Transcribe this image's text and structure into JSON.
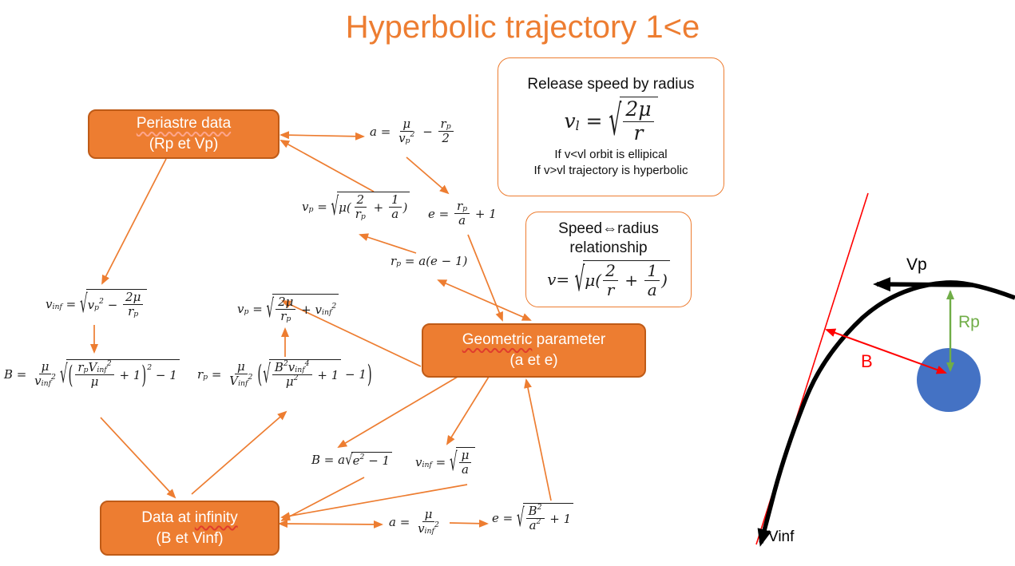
{
  "title": "Hyperbolic trajectory 1<e",
  "colors": {
    "accent": "#ED7D31",
    "box_border": "#BF5B17",
    "planet": "#4472C4",
    "rp_green": "#70AD47",
    "red": "#FF0000",
    "black": "#000000"
  },
  "boxes": {
    "periastre": {
      "line1": "Periastre data",
      "line2": "(Rp et Vp)"
    },
    "geometric": {
      "word": "Geometric",
      "rest": " parameter",
      "line2": "(a et e)"
    },
    "infinity": {
      "pre": "Data at ",
      "word": "infinity",
      "line2": "(B et Vinf)"
    }
  },
  "callouts": {
    "release": {
      "title": "Release speed by radius",
      "note1": "If v<vl orbit is ellipical",
      "note2": "If v>vl trajectory is hyperbolic",
      "formula": [
        {
          "t": "sb",
          "b": "v",
          "s": "l"
        },
        {
          "t": "txt",
          "v": " = "
        },
        {
          "t": "sq",
          "c": [
            {
              "t": "fr",
              "n": [
                {
                  "t": "txt",
                  "v": "2μ"
                }
              ],
              "d": [
                {
                  "t": "txt",
                  "v": "r"
                }
              ]
            }
          ]
        }
      ]
    },
    "speed_radius": {
      "title_line1": "Speed⇔radius",
      "title_line2": "relationship",
      "formula": [
        {
          "t": "txt",
          "v": "v= "
        },
        {
          "t": "sq",
          "c": [
            {
              "t": "txt",
              "v": "μ("
            },
            {
              "t": "fr",
              "n": [
                {
                  "t": "txt",
                  "v": "2"
                }
              ],
              "d": [
                {
                  "t": "txt",
                  "v": "r"
                }
              ]
            },
            {
              "t": "txt",
              "v": " + "
            },
            {
              "t": "fr",
              "n": [
                {
                  "t": "txt",
                  "v": "1"
                }
              ],
              "d": [
                {
                  "t": "txt",
                  "v": "a"
                }
              ]
            },
            {
              "t": "txt",
              "v": ")"
            }
          ]
        }
      ]
    }
  },
  "formulas": {
    "a_from_vp": [
      {
        "t": "txt",
        "v": "a = "
      },
      {
        "t": "fr",
        "n": [
          {
            "t": "txt",
            "v": "μ"
          }
        ],
        "d": [
          {
            "t": "sbp",
            "b": "v",
            "s": "p",
            "p": "2"
          }
        ]
      },
      {
        "t": "txt",
        "v": " − "
      },
      {
        "t": "fr",
        "n": [
          {
            "t": "sb",
            "b": "r",
            "s": "p"
          }
        ],
        "d": [
          {
            "t": "txt",
            "v": "2"
          }
        ]
      }
    ],
    "vp_from_rpa": [
      {
        "t": "sb",
        "b": "v",
        "s": "p"
      },
      {
        "t": "txt",
        "v": " = "
      },
      {
        "t": "sq",
        "c": [
          {
            "t": "txt",
            "v": "μ("
          },
          {
            "t": "fr",
            "n": [
              {
                "t": "txt",
                "v": "2"
              }
            ],
            "d": [
              {
                "t": "sb",
                "b": "r",
                "s": "p"
              }
            ]
          },
          {
            "t": "txt",
            "v": " + "
          },
          {
            "t": "fr",
            "n": [
              {
                "t": "txt",
                "v": "1"
              }
            ],
            "d": [
              {
                "t": "txt",
                "v": "a"
              }
            ]
          },
          {
            "t": "txt",
            "v": ")"
          }
        ]
      }
    ],
    "e_from_rpa": [
      {
        "t": "txt",
        "v": "e = "
      },
      {
        "t": "fr",
        "n": [
          {
            "t": "sb",
            "b": "r",
            "s": "p"
          }
        ],
        "d": [
          {
            "t": "txt",
            "v": "a"
          }
        ]
      },
      {
        "t": "txt",
        "v": " + 1"
      }
    ],
    "rp_from_ae": [
      {
        "t": "sb",
        "b": "r",
        "s": "p"
      },
      {
        "t": "txt",
        "v": " = a(e − 1)"
      }
    ],
    "vinf_from_vp": [
      {
        "t": "sb",
        "b": "v",
        "s": "inf"
      },
      {
        "t": "txt",
        "v": " = "
      },
      {
        "t": "sq",
        "c": [
          {
            "t": "sbp",
            "b": "v",
            "s": "p",
            "p": "2"
          },
          {
            "t": "txt",
            "v": " − "
          },
          {
            "t": "fr",
            "n": [
              {
                "t": "txt",
                "v": "2μ"
              }
            ],
            "d": [
              {
                "t": "sb",
                "b": "r",
                "s": "p"
              }
            ]
          }
        ]
      }
    ],
    "vp_from_vinf": [
      {
        "t": "sb",
        "b": "v",
        "s": "p"
      },
      {
        "t": "txt",
        "v": " = "
      },
      {
        "t": "sq",
        "c": [
          {
            "t": "fr",
            "n": [
              {
                "t": "txt",
                "v": "2μ"
              }
            ],
            "d": [
              {
                "t": "sb",
                "b": "r",
                "s": "p"
              }
            ]
          },
          {
            "t": "txt",
            "v": " + "
          },
          {
            "t": "sbp",
            "b": "v",
            "s": "inf",
            "p": "2"
          }
        ]
      }
    ],
    "B_from_rpvinf": [
      {
        "t": "txt",
        "v": "B = "
      },
      {
        "t": "fr",
        "n": [
          {
            "t": "txt",
            "v": "μ"
          }
        ],
        "d": [
          {
            "t": "sbp",
            "b": "v",
            "s": "inf",
            "p": "2"
          }
        ]
      },
      {
        "t": "sq",
        "c": [
          {
            "t": "ps",
            "p": "2",
            "c": [
              {
                "t": "fr",
                "n": [
                  {
                    "t": "sb",
                    "b": "r",
                    "s": "p"
                  },
                  {
                    "t": "sbp",
                    "b": "V",
                    "s": "inf",
                    "p": "2"
                  }
                ],
                "d": [
                  {
                    "t": "txt",
                    "v": "μ"
                  }
                ]
              },
              {
                "t": "txt",
                "v": " + 1"
              }
            ]
          },
          {
            "t": "txt",
            "v": " − 1"
          }
        ]
      }
    ],
    "rp_from_Bvinf": [
      {
        "t": "sb",
        "b": "r",
        "s": "p"
      },
      {
        "t": "txt",
        "v": " = "
      },
      {
        "t": "fr",
        "n": [
          {
            "t": "txt",
            "v": "μ"
          }
        ],
        "d": [
          {
            "t": "sbp",
            "b": "V",
            "s": "inf",
            "p": "2"
          }
        ]
      },
      {
        "t": "big",
        "v": "("
      },
      {
        "t": "sq",
        "c": [
          {
            "t": "fr",
            "n": [
              {
                "t": "sp",
                "b": "B",
                "s": "2"
              },
              {
                "t": "sbp",
                "b": "v",
                "s": "inf",
                "p": "4"
              }
            ],
            "d": [
              {
                "t": "sp",
                "b": "μ",
                "s": "2"
              }
            ]
          },
          {
            "t": "txt",
            "v": " + 1"
          }
        ]
      },
      {
        "t": "txt",
        "v": " − 1"
      },
      {
        "t": "big",
        "v": ")"
      }
    ],
    "B_from_ae": [
      {
        "t": "txt",
        "v": "B = a"
      },
      {
        "t": "sq",
        "c": [
          {
            "t": "sp",
            "b": "e",
            "s": "2"
          },
          {
            "t": "txt",
            "v": " − 1"
          }
        ]
      }
    ],
    "vinf_from_a": [
      {
        "t": "sb",
        "b": "v",
        "s": "inf"
      },
      {
        "t": "txt",
        "v": " = "
      },
      {
        "t": "sq",
        "c": [
          {
            "t": "fr",
            "n": [
              {
                "t": "txt",
                "v": "μ"
              }
            ],
            "d": [
              {
                "t": "txt",
                "v": "a"
              }
            ]
          }
        ]
      }
    ],
    "a_from_vinf": [
      {
        "t": "txt",
        "v": "a = "
      },
      {
        "t": "fr",
        "n": [
          {
            "t": "txt",
            "v": "μ"
          }
        ],
        "d": [
          {
            "t": "sbp",
            "b": "v",
            "s": "inf",
            "p": "2"
          }
        ]
      }
    ],
    "e_from_Ba": [
      {
        "t": "txt",
        "v": "e = "
      },
      {
        "t": "sq",
        "c": [
          {
            "t": "fr",
            "n": [
              {
                "t": "sp",
                "b": "B",
                "s": "2"
              }
            ],
            "d": [
              {
                "t": "sp",
                "b": "a",
                "s": "2"
              }
            ]
          },
          {
            "t": "txt",
            "v": " + 1"
          }
        ]
      }
    ]
  },
  "diagram_labels": {
    "vp": "Vp",
    "rp": "Rp",
    "b": "B",
    "vinf": "Vinf"
  }
}
